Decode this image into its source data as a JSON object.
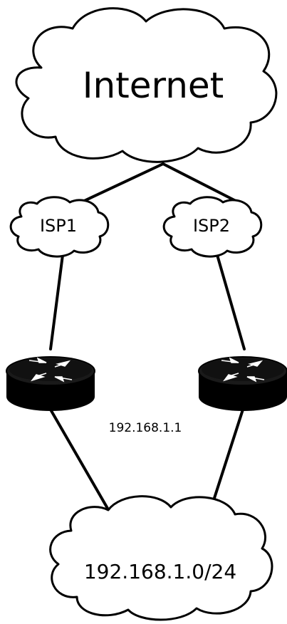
{
  "nodes": {
    "internet": {
      "label": "Internet"
    },
    "isp1": {
      "label": "ISP1"
    },
    "isp2": {
      "label": "ISP2"
    },
    "router_left": {
      "icon": "router-icon"
    },
    "router_right": {
      "icon": "router-icon"
    },
    "lan": {
      "label": "192.168.1.0/24"
    }
  },
  "router_ip_label": "192.168.1.1",
  "colors": {
    "stroke": "#000000",
    "fill": "#ffffff",
    "router_body": "#000000",
    "router_top": "#1a1a1a"
  }
}
